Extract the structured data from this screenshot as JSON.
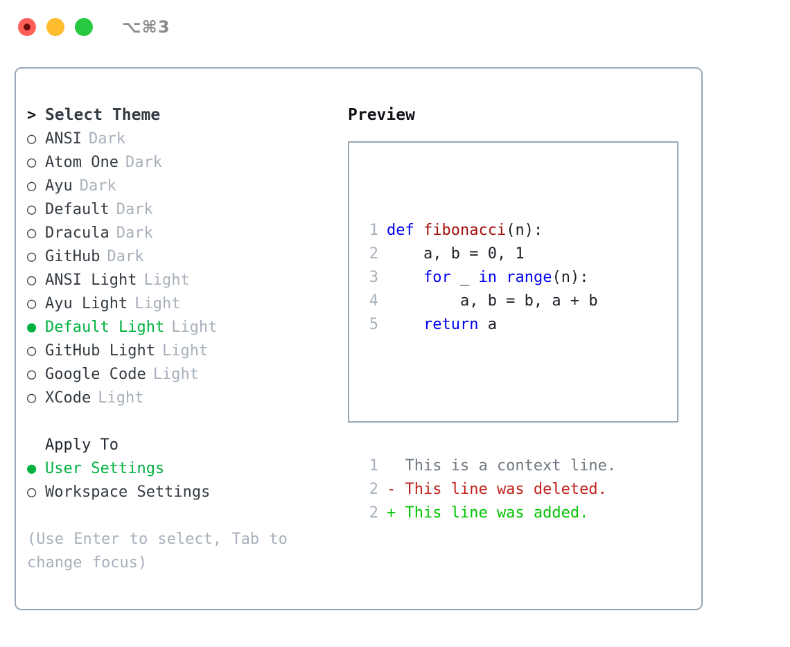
{
  "titlebar": {
    "shortcut": "⌥⌘3",
    "buttons": [
      {
        "name": "close",
        "color": "#ff5f57"
      },
      {
        "name": "minimize",
        "color": "#febc2e"
      },
      {
        "name": "zoom",
        "color": "#28c840"
      }
    ]
  },
  "theme_picker": {
    "header_marker": ">",
    "header_label": "Select Theme",
    "items": [
      {
        "marker": "○",
        "label": "ANSI",
        "variant": "Dark",
        "selected": false
      },
      {
        "marker": "○",
        "label": "Atom One",
        "variant": "Dark",
        "selected": false
      },
      {
        "marker": "○",
        "label": "Ayu",
        "variant": "Dark",
        "selected": false
      },
      {
        "marker": "○",
        "label": "Default",
        "variant": "Dark",
        "selected": false
      },
      {
        "marker": "○",
        "label": "Dracula",
        "variant": "Dark",
        "selected": false
      },
      {
        "marker": "○",
        "label": "GitHub",
        "variant": "Dark",
        "selected": false
      },
      {
        "marker": "○",
        "label": "ANSI Light",
        "variant": "Light",
        "selected": false
      },
      {
        "marker": "○",
        "label": "Ayu Light",
        "variant": "Light",
        "selected": false
      },
      {
        "marker": "●",
        "label": "Default Light",
        "variant": "Light",
        "selected": true
      },
      {
        "marker": "○",
        "label": "GitHub Light",
        "variant": "Light",
        "selected": false
      },
      {
        "marker": "○",
        "label": "Google Code",
        "variant": "Light",
        "selected": false
      },
      {
        "marker": "○",
        "label": "XCode",
        "variant": "Light",
        "selected": false
      }
    ]
  },
  "apply_to": {
    "title": "Apply To",
    "options": [
      {
        "marker": "●",
        "label": "User Settings",
        "selected": true
      },
      {
        "marker": "○",
        "label": "Workspace Settings",
        "selected": false
      }
    ]
  },
  "hint": "(Use Enter to select, Tab to change focus)",
  "preview": {
    "title": "Preview",
    "code_lines": [
      {
        "number": "1",
        "tokens": [
          {
            "text": "def ",
            "kind": "kw"
          },
          {
            "text": "fibonacci",
            "kind": "fn"
          },
          {
            "text": "(n):",
            "kind": "txt"
          }
        ]
      },
      {
        "number": "2",
        "tokens": [
          {
            "text": "    a, b = 0, 1",
            "kind": "txt"
          }
        ]
      },
      {
        "number": "3",
        "tokens": [
          {
            "text": "    ",
            "kind": "txt"
          },
          {
            "text": "for",
            "kind": "kw"
          },
          {
            "text": " _ ",
            "kind": "txt"
          },
          {
            "text": "in",
            "kind": "kw"
          },
          {
            "text": " ",
            "kind": "txt"
          },
          {
            "text": "range",
            "kind": "kw"
          },
          {
            "text": "(n):",
            "kind": "txt"
          }
        ]
      },
      {
        "number": "4",
        "tokens": [
          {
            "text": "        a, b = b, a + b",
            "kind": "txt"
          }
        ]
      },
      {
        "number": "5",
        "tokens": [
          {
            "text": "    ",
            "kind": "txt"
          },
          {
            "text": "return",
            "kind": "kw"
          },
          {
            "text": " a",
            "kind": "txt"
          }
        ]
      }
    ],
    "diff_lines": [
      {
        "number": "1",
        "tokens": [
          {
            "text": "  This is a context line.",
            "kind": "ctx"
          }
        ]
      },
      {
        "number": "2",
        "tokens": [
          {
            "text": "- This line was deleted.",
            "kind": "del"
          }
        ]
      },
      {
        "number": "2",
        "tokens": [
          {
            "text": "+ This line was added.",
            "kind": "add"
          }
        ]
      }
    ]
  },
  "colors": {
    "accent_green": "#00b140",
    "muted": "#a7b0bb",
    "text": "#333a42",
    "border": "#9aa7b4",
    "keyword": "#0000ee",
    "function": "#a11010",
    "diff_context": "#6e7781",
    "diff_deleted": "#c0221b",
    "diff_added": "#00c400"
  }
}
